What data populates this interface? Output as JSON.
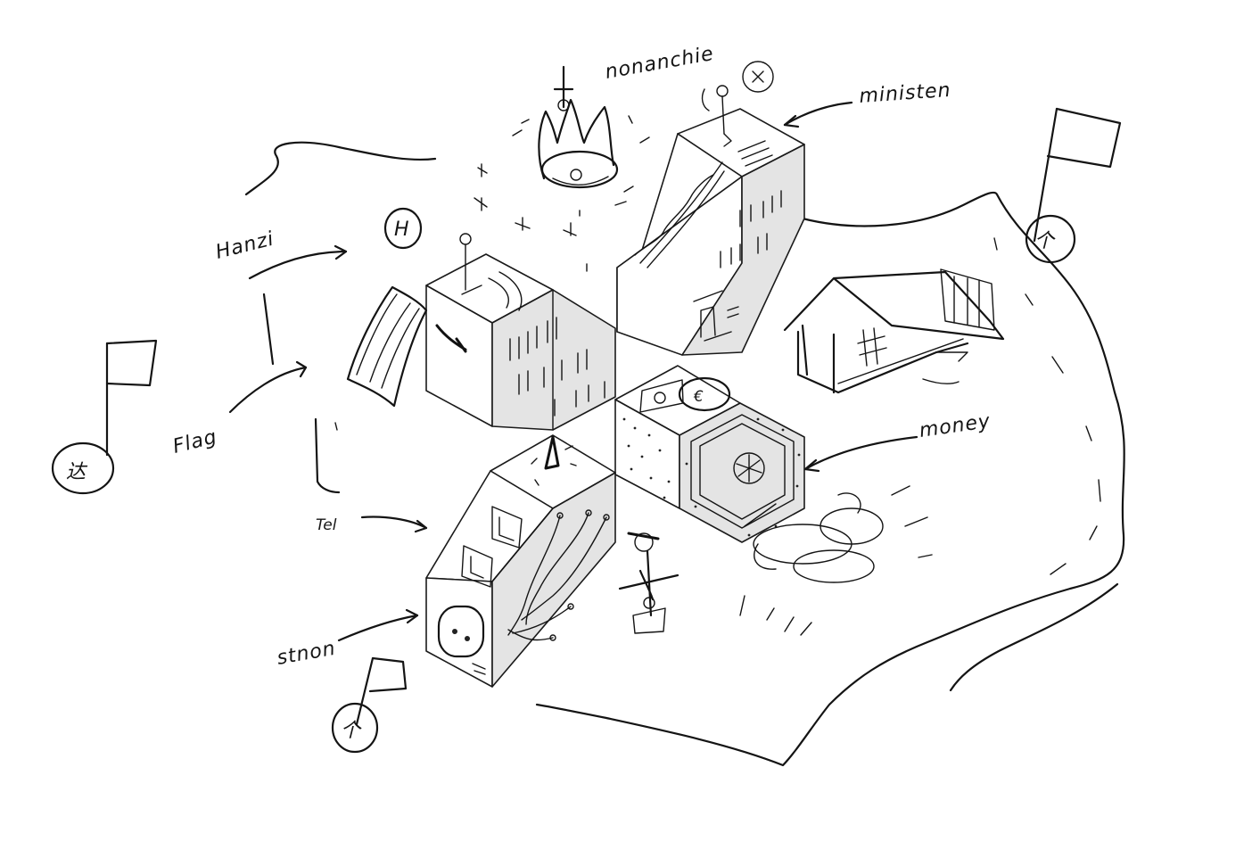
{
  "labels": {
    "monarchie": "nonanchie",
    "minister": "ministen",
    "hauptstadt": "Hanzi",
    "flag": "Flag",
    "tel": "Tel",
    "strom": "stnon",
    "money": "money"
  },
  "symbols": {
    "pole_mark": "个",
    "flag_glyph_left": "达",
    "flag_glyph_right": "个",
    "flag_glyph_bottom": "个",
    "currency": "€",
    "house_badge": "H"
  },
  "colors": {
    "ink": "#141414",
    "shaded_face": "#e4e4e4",
    "background": "#ffffff"
  }
}
